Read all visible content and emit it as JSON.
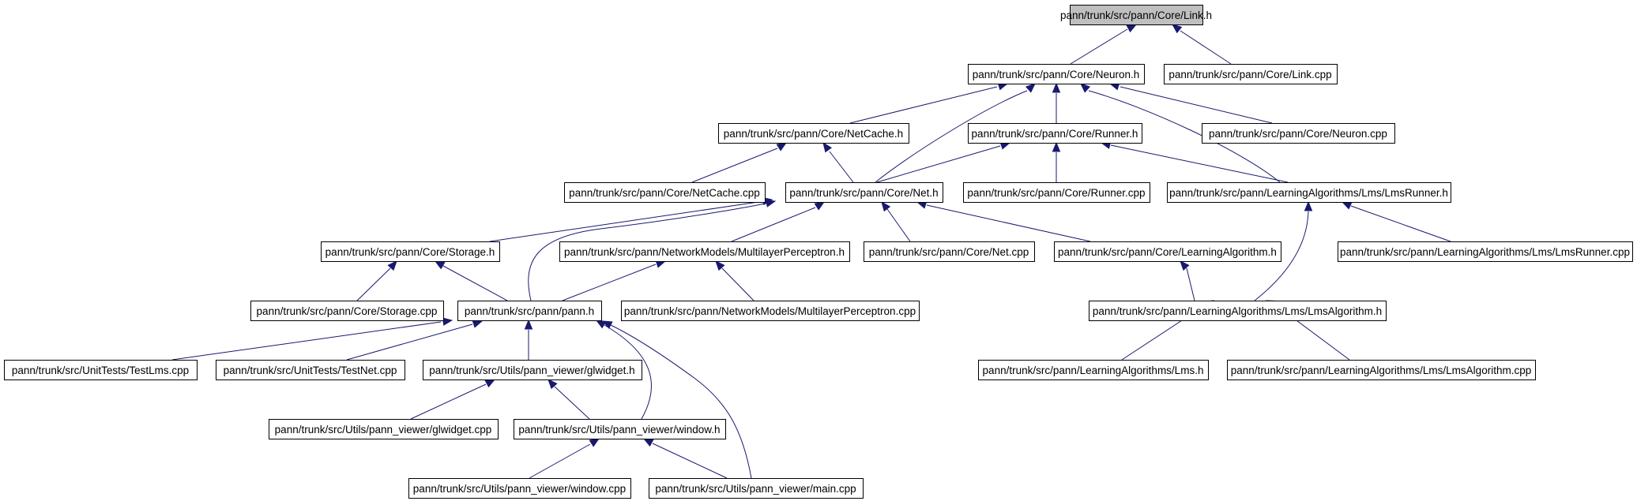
{
  "nodes": [
    {
      "id": "link_h",
      "label": "pann/trunk/src/pann/Core/Link.h",
      "highlighted": true
    },
    {
      "id": "neuron_h",
      "label": "pann/trunk/src/pann/Core/Neuron.h"
    },
    {
      "id": "link_cpp",
      "label": "pann/trunk/src/pann/Core/Link.cpp"
    },
    {
      "id": "netcache_h",
      "label": "pann/trunk/src/pann/Core/NetCache.h"
    },
    {
      "id": "runner_h",
      "label": "pann/trunk/src/pann/Core/Runner.h"
    },
    {
      "id": "neuron_cpp",
      "label": "pann/trunk/src/pann/Core/Neuron.cpp"
    },
    {
      "id": "netcache_cpp",
      "label": "pann/trunk/src/pann/Core/NetCache.cpp"
    },
    {
      "id": "net_h",
      "label": "pann/trunk/src/pann/Core/Net.h"
    },
    {
      "id": "runner_cpp",
      "label": "pann/trunk/src/pann/Core/Runner.cpp"
    },
    {
      "id": "lmsrunner_h",
      "label": "pann/trunk/src/pann/LearningAlgorithms/Lms/LmsRunner.h"
    },
    {
      "id": "storage_h",
      "label": "pann/trunk/src/pann/Core/Storage.h"
    },
    {
      "id": "mlp_h",
      "label": "pann/trunk/src/pann/NetworkModels/MultilayerPerceptron.h"
    },
    {
      "id": "net_cpp",
      "label": "pann/trunk/src/pann/Core/Net.cpp"
    },
    {
      "id": "learnalg_h",
      "label": "pann/trunk/src/pann/Core/LearningAlgorithm.h"
    },
    {
      "id": "lmsrunner_cpp",
      "label": "pann/trunk/src/pann/LearningAlgorithms/Lms/LmsRunner.cpp"
    },
    {
      "id": "storage_cpp",
      "label": "pann/trunk/src/pann/Core/Storage.cpp"
    },
    {
      "id": "pann_h",
      "label": "pann/trunk/src/pann/pann.h"
    },
    {
      "id": "mlp_cpp",
      "label": "pann/trunk/src/pann/NetworkModels/MultilayerPerceptron.cpp"
    },
    {
      "id": "lmsalg_h",
      "label": "pann/trunk/src/pann/LearningAlgorithms/Lms/LmsAlgorithm.h"
    },
    {
      "id": "testlms_cpp",
      "label": "pann/trunk/src/UnitTests/TestLms.cpp"
    },
    {
      "id": "testnet_cpp",
      "label": "pann/trunk/src/UnitTests/TestNet.cpp"
    },
    {
      "id": "glwidget_h",
      "label": "pann/trunk/src/Utils/pann_viewer/glwidget.h"
    },
    {
      "id": "lms_h",
      "label": "pann/trunk/src/pann/LearningAlgorithms/Lms.h"
    },
    {
      "id": "lmsalg_cpp",
      "label": "pann/trunk/src/pann/LearningAlgorithms/Lms/LmsAlgorithm.cpp"
    },
    {
      "id": "glwidget_cpp",
      "label": "pann/trunk/src/Utils/pann_viewer/glwidget.cpp"
    },
    {
      "id": "window_h",
      "label": "pann/trunk/src/Utils/pann_viewer/window.h"
    },
    {
      "id": "window_cpp",
      "label": "pann/trunk/src/Utils/pann_viewer/window.cpp"
    },
    {
      "id": "main_cpp",
      "label": "pann/trunk/src/Utils/pann_viewer/main.cpp"
    }
  ],
  "edges": [
    {
      "from": "neuron_h",
      "to": "link_h"
    },
    {
      "from": "link_cpp",
      "to": "link_h"
    },
    {
      "from": "netcache_h",
      "to": "neuron_h"
    },
    {
      "from": "net_h",
      "to": "neuron_h"
    },
    {
      "from": "runner_h",
      "to": "neuron_h"
    },
    {
      "from": "lmsrunner_h",
      "to": "neuron_h"
    },
    {
      "from": "neuron_cpp",
      "to": "neuron_h"
    },
    {
      "from": "netcache_cpp",
      "to": "netcache_h"
    },
    {
      "from": "net_h",
      "to": "netcache_h"
    },
    {
      "from": "net_h",
      "to": "runner_h"
    },
    {
      "from": "runner_cpp",
      "to": "runner_h"
    },
    {
      "from": "lmsrunner_h",
      "to": "runner_h"
    },
    {
      "from": "storage_h",
      "to": "net_h"
    },
    {
      "from": "pann_h",
      "to": "net_h"
    },
    {
      "from": "mlp_h",
      "to": "net_h"
    },
    {
      "from": "net_cpp",
      "to": "net_h"
    },
    {
      "from": "learnalg_h",
      "to": "net_h"
    },
    {
      "from": "lmsalg_h",
      "to": "lmsrunner_h"
    },
    {
      "from": "lmsrunner_cpp",
      "to": "lmsrunner_h"
    },
    {
      "from": "storage_cpp",
      "to": "storage_h"
    },
    {
      "from": "pann_h",
      "to": "storage_h"
    },
    {
      "from": "pann_h",
      "to": "mlp_h"
    },
    {
      "from": "mlp_cpp",
      "to": "mlp_h"
    },
    {
      "from": "lmsalg_h",
      "to": "learnalg_h"
    },
    {
      "from": "testlms_cpp",
      "to": "pann_h"
    },
    {
      "from": "testnet_cpp",
      "to": "pann_h"
    },
    {
      "from": "glwidget_h",
      "to": "pann_h"
    },
    {
      "from": "window_h",
      "to": "pann_h"
    },
    {
      "from": "main_cpp",
      "to": "pann_h"
    },
    {
      "from": "lms_h",
      "to": "lmsalg_h"
    },
    {
      "from": "lmsalg_cpp",
      "to": "lmsalg_h"
    },
    {
      "from": "glwidget_cpp",
      "to": "glwidget_h"
    },
    {
      "from": "window_h",
      "to": "glwidget_h"
    },
    {
      "from": "window_cpp",
      "to": "window_h"
    },
    {
      "from": "main_cpp",
      "to": "window_h"
    }
  ],
  "colors": {
    "edge": "#191970",
    "node_border": "#000000",
    "node_fill": "#ffffff",
    "root_fill": "#bfbfbf",
    "text": "#000000"
  }
}
